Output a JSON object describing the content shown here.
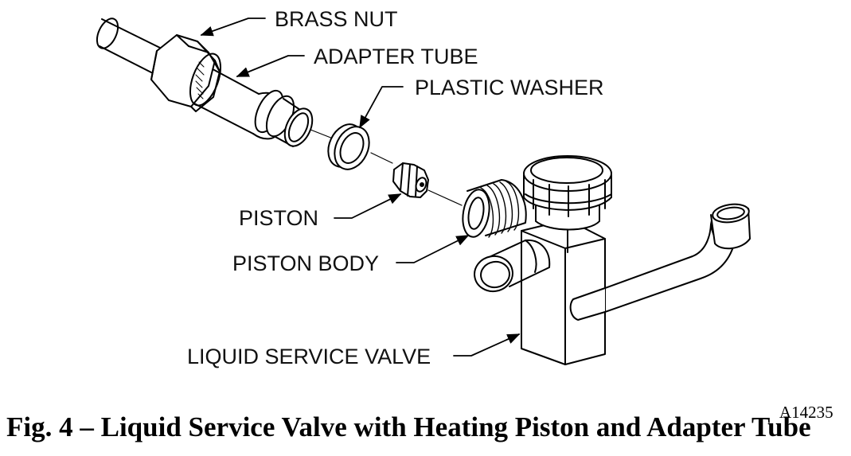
{
  "labels": {
    "brass_nut": "BRASS NUT",
    "adapter_tube": "ADAPTER TUBE",
    "plastic_washer": "PLASTIC WASHER",
    "piston": "PISTON",
    "piston_body": "PISTON BODY",
    "liquid_service_valve": "LIQUID SERVICE VALVE"
  },
  "caption": "Fig. 4 – Liquid Service Valve with Heating Piston and Adapter Tube",
  "figure_code": "A14235"
}
